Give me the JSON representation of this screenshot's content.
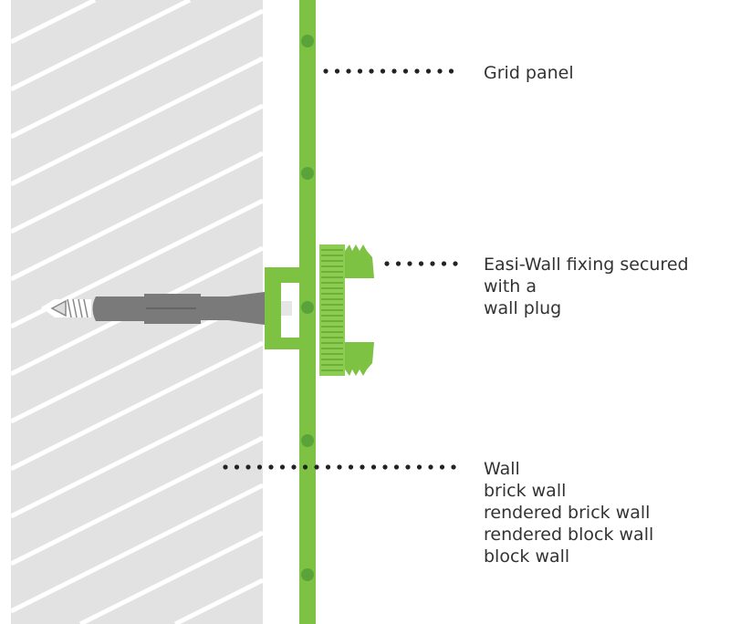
{
  "labels": {
    "grid_panel": "Grid panel",
    "fixing": [
      "Easi-Wall fixing secured",
      "with a",
      "wall plug"
    ],
    "wall": [
      "Wall",
      "brick wall",
      "rendered brick wall",
      "rendered block wall",
      "block wall"
    ]
  },
  "colors": {
    "green": "#7dc242",
    "dark_green": "#5aa33a",
    "wall": "#e2e2e2",
    "plug": "#7a7a7a"
  }
}
